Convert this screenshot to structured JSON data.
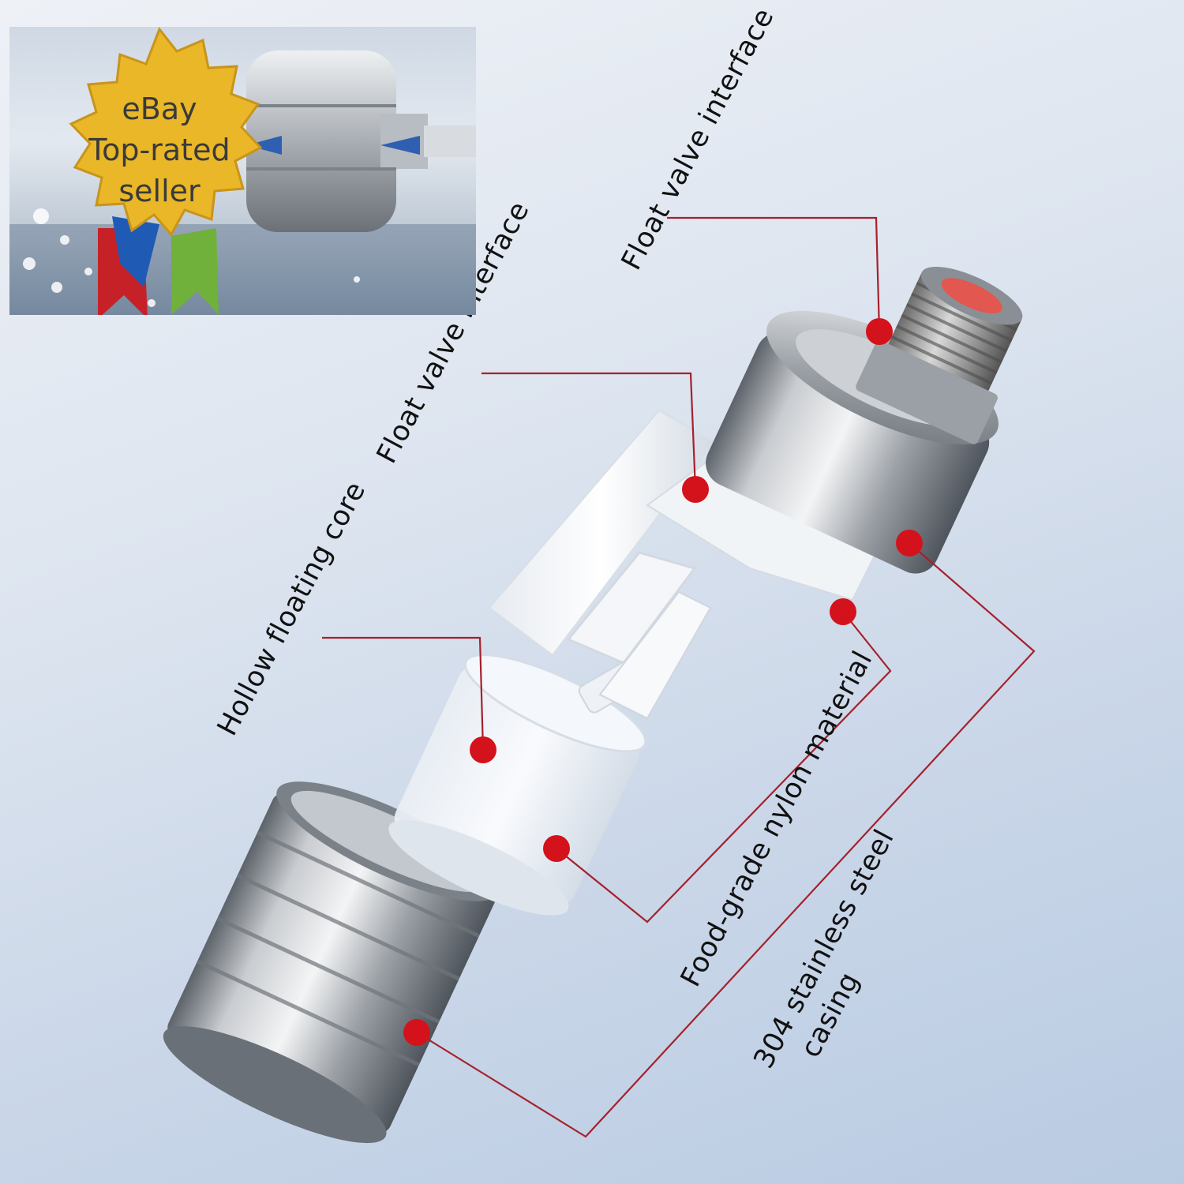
{
  "badge": {
    "line1": "eBay",
    "line2": "Top-rated",
    "line3": "seller"
  },
  "callouts": {
    "float_valve_interface_right": "Float valve interface",
    "float_valve_interface_left": "Float valve interface",
    "hollow_floating_core": "Hollow floating core",
    "food_grade_nylon": "Food-grade nylon material",
    "stainless_casing_line1": "304 stainless steel",
    "stainless_casing_line2": "casing"
  },
  "colors": {
    "accent_red": "#d3121b",
    "leader_line": "#a5212c",
    "badge_gold": "#e9b728",
    "steel": "#a6abb1"
  }
}
